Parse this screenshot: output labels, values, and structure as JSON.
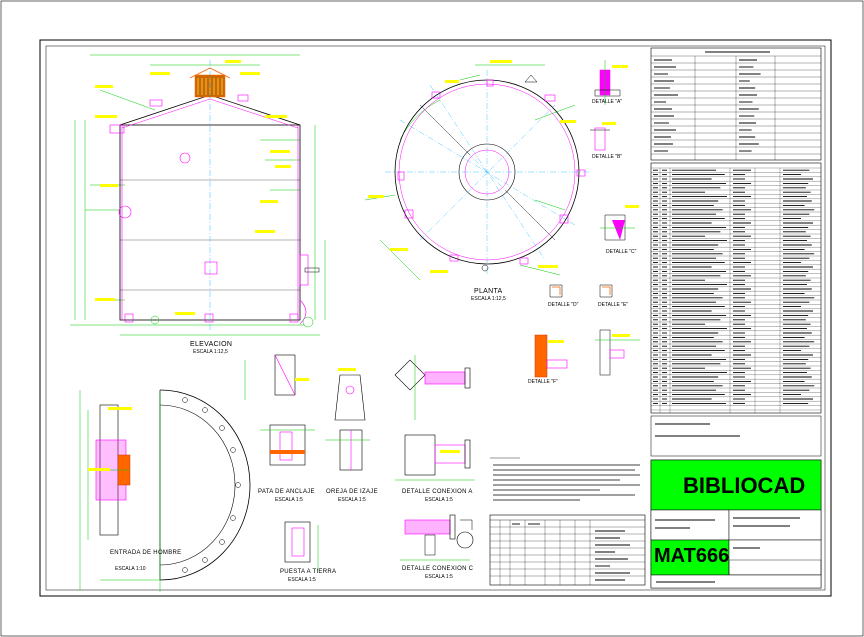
{
  "colors": {
    "line": "#000000",
    "structure": "#ff00ff",
    "dimension": "#00cc00",
    "axis": "#00b0ff",
    "hatch": "#ff6600",
    "text": "#000000",
    "highlight": "#ffff00"
  },
  "views": {
    "elevation": {
      "title": "ELEVACION",
      "scale": "ESCALA 1:12,5"
    },
    "plan": {
      "title": "PLANTA",
      "scale": "ESCALA 1:12,5"
    },
    "manhole": {
      "title": "ENTRADA DE HOMBRE",
      "scale": "ESCALA 1:10"
    },
    "anchor_plate": {
      "title": "PATA DE ANCLAJE",
      "scale": "ESCALA 1:5"
    },
    "lifting_ear": {
      "title": "OREJA DE IZAJE",
      "scale": "ESCALA 1:5"
    },
    "conn_a": {
      "title": "DETALLE CONEXION A",
      "scale": "ESCALA 1:5"
    },
    "conn_c": {
      "title": "DETALLE CONEXION C",
      "scale": "ESCALA 1:5"
    },
    "tripod": {
      "title": "PUESTA A TIERRA",
      "scale": "ESCALA 1:5"
    },
    "det_b": {
      "title": "DETALLE \"B\""
    },
    "det_a": {
      "title": "DETALLE \"A\""
    },
    "det_c": {
      "title": "DETALLE \"C\""
    },
    "det_d": {
      "title": "DETALLE \"D\""
    },
    "det_e": {
      "title": "DETALLE \"E\""
    },
    "det_f": {
      "title": "DETALLE \"F\""
    }
  },
  "title_block": {
    "brand": "BIBLIOCAD",
    "code": "MAT666"
  }
}
